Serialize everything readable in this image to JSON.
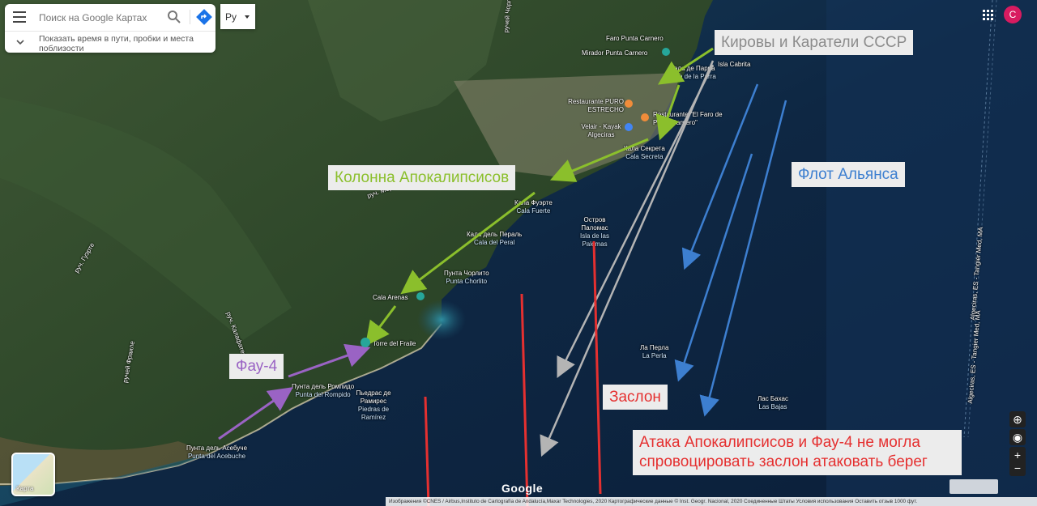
{
  "search": {
    "placeholder": "Поиск на Google Картах",
    "hint": "Показать время в пути, пробки и места поблизости"
  },
  "language": {
    "selected": "Ру"
  },
  "account": {
    "initial": "C",
    "color": "#d81b60"
  },
  "icons": {
    "menu": "hamburger-icon",
    "search": "search-icon",
    "directions": "directions-icon",
    "apps": "apps-icon"
  },
  "annotations": [
    {
      "id": "kirovy",
      "text": "Кировы и Каратели СССР",
      "color": "grey"
    },
    {
      "id": "kolonna",
      "text": "Колонна Апокалипсисов",
      "color": "green"
    },
    {
      "id": "flot",
      "text": "Флот Альянса",
      "color": "blue"
    },
    {
      "id": "fau",
      "text": "Фау-4",
      "color": "purple"
    },
    {
      "id": "zaslon",
      "text": "Заслон",
      "color": "red"
    },
    {
      "id": "ataka",
      "text": "Атака Апокалипсисов и Фау-4 не могла спровоцировать заслон атаковать берег",
      "color": "red"
    }
  ],
  "places": [
    {
      "id": "faro",
      "ru": "Faro Punta Carnero"
    },
    {
      "id": "mirador",
      "ru": "Mirador Punta Carnero"
    },
    {
      "id": "cabrita",
      "ru": "Isla Cabrita"
    },
    {
      "id": "parra",
      "ru": "Кала де Парра",
      "alt": "Cala de la Parra"
    },
    {
      "id": "puro",
      "ru": "Restaurante PURO ESTRECHO"
    },
    {
      "id": "elfaro",
      "ru": "Restaurante \"El Faro de Punta Carnero\""
    },
    {
      "id": "velair",
      "ru": "Velair - Kayak Algeciras"
    },
    {
      "id": "secreta",
      "ru": "Кала Секрета",
      "alt": "Cala Secreta"
    },
    {
      "id": "fuerte",
      "ru": "Кала Фуэрте",
      "alt": "Cala Fuerte"
    },
    {
      "id": "peral",
      "ru": "Кала дель Пераль",
      "alt": "Cala del Peral"
    },
    {
      "id": "chorlito",
      "ru": "Пунта Чорлито",
      "alt": "Punta Chorlito"
    },
    {
      "id": "arenas",
      "ru": "Cala Arenas"
    },
    {
      "id": "fraile",
      "ru": "Torre del Fraile"
    },
    {
      "id": "palomas",
      "ru": "Остров Паломас",
      "alt": "Isla de las Palomas"
    },
    {
      "id": "perla",
      "ru": "Ла Перла",
      "alt": "La Perla"
    },
    {
      "id": "bajas",
      "ru": "Лас Бахас",
      "alt": "Las Bajas"
    },
    {
      "id": "piedras",
      "ru": "Пьедрас де Рамирес",
      "alt": "Piedras de Ramírez"
    },
    {
      "id": "rompido",
      "ru": "Пунта дель Ромпидо",
      "alt": "Punta del Rompido"
    },
    {
      "id": "acebuche",
      "ru": "Пунта дель Асебуче",
      "alt": "Punta del Acebuche"
    }
  ],
  "roads": [
    {
      "id": "rd1",
      "text": "ручей Фраиле"
    },
    {
      "id": "rd2",
      "text": "руч. Калафатес"
    },
    {
      "id": "rd3",
      "text": "руч. Гуэрте"
    },
    {
      "id": "rd4",
      "text": "руч. Морена"
    },
    {
      "id": "rd5",
      "text": "ручей Чорлито"
    },
    {
      "id": "lane1",
      "text": "Algeciras, ES - Tangier Med, MA"
    },
    {
      "id": "lane2",
      "text": "Algeciras, ES - Tangier Med, MA"
    }
  ],
  "map_footer": {
    "text": "Изображения ©CNES / Airbus,Instituto de Cartografía de Andalucía,Maxar Technologies, 2020 Картографические данные © Inst. Geogr. Nacional, 2020    Соединенные Штаты    Условия использования    Оставить отзыв    1000 фут.",
    "logo": "Google",
    "layer": "Карта"
  },
  "colors": {
    "green": "#8bbf2c",
    "blue": "#3d7fd0",
    "red": "#e53030",
    "purple": "#9a63c4",
    "grey": "#9a9a9a",
    "sea": "#0f2a45",
    "land": "#2f4a2c"
  }
}
